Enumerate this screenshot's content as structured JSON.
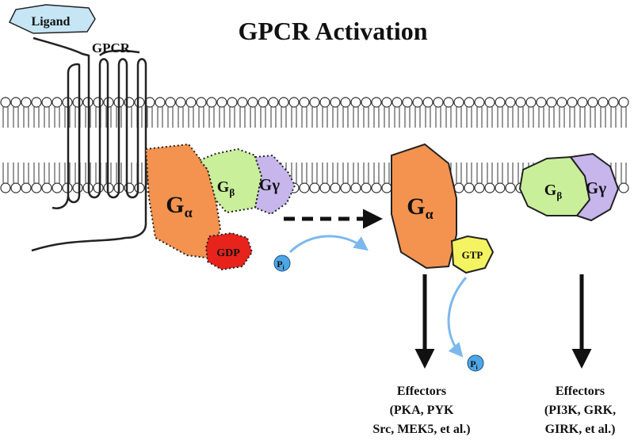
{
  "title": "GPCR Activation",
  "labels": {
    "ligand": "Ligand",
    "gpcr": "GPCR",
    "g_letter": "G",
    "alpha": "α",
    "beta": "β",
    "gamma": "γ",
    "gdp": "GDP",
    "gtp": "GTP",
    "p_letter": "P",
    "p_sub": "i"
  },
  "effectors": {
    "left": {
      "heading": "Effectors",
      "line1": "(PKA, PYK",
      "line2": "Src, MEK5, et al.)"
    },
    "right": {
      "heading": "Effectors",
      "line1": "(PI3K, GRK,",
      "line2": "GIRK, et al.)"
    }
  },
  "colors": {
    "g_alpha": "#f4934f",
    "g_beta": "#c9ef9a",
    "g_gamma": "#c6b6ec",
    "gdp": "#e8231c",
    "gtp": "#f4f462",
    "ligand": "#c6e6f6",
    "phosphate": "#4ea6e6",
    "arrow_blue": "#7cb8ee",
    "membrane_head": "#ffffff",
    "outline": "#222222"
  }
}
